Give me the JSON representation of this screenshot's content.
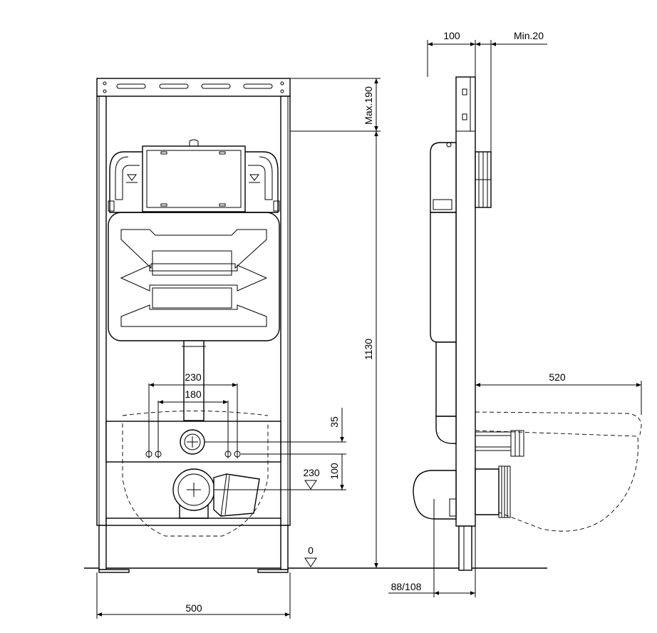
{
  "dimensions": {
    "front_width": "500",
    "total_height": "1130",
    "max_top": "Max.190",
    "bolt_outer": "230",
    "bolt_inner": "180",
    "inlet_height": "230",
    "pipe_offset": "35",
    "pipe_spacing": "100",
    "floor_level": "0",
    "depth": "100",
    "min_gap": "Min.20",
    "bowl_length": "520",
    "outlet_offset": "88/108"
  }
}
